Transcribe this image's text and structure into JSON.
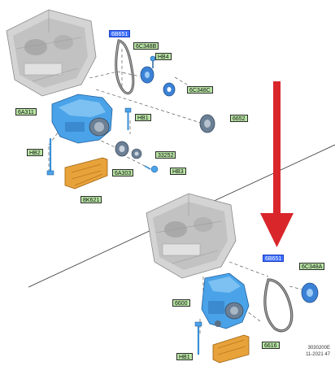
{
  "labels": {
    "belt_top": "6B651",
    "sprocket_top": "6C348B",
    "hb4": "HB4",
    "washer_top": "6C348C",
    "pump_top": "6A311",
    "hb1_top": "HB1",
    "pulley_top": "6652",
    "hb2": "HB2",
    "seal_top": "6A303",
    "bolt_top": "33252",
    "hb3": "HB3",
    "guard_top": "8K621",
    "belt_bottom": "6B651",
    "sprocket_bottom": "6C348A",
    "pump_bottom": "6600",
    "guard_bottom": "6616",
    "hb1_bottom": "HB1"
  },
  "footer": {
    "code": "3030200E",
    "date": "11-2021 47"
  },
  "colors": {
    "label_green": "#b9e6a5",
    "label_blue": "#3b6cff",
    "pump_blue": "#4aa3e8",
    "guard_orange": "#e8a23a",
    "arrow_red": "#d9262b"
  }
}
